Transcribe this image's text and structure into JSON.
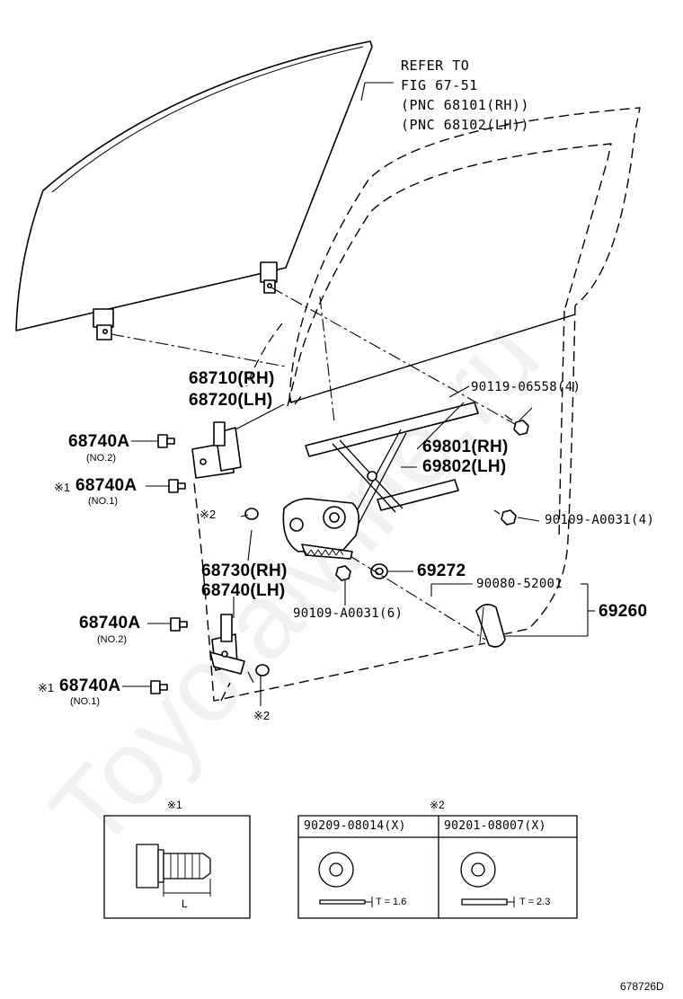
{
  "refer_note": {
    "line1": "REFER TO",
    "line2": "FIG 67-51",
    "line3": "(PNC 68101(RH))",
    "line4": "(PNC 68102(LH))"
  },
  "parts": {
    "hinge_upper": {
      "rh": "68710(RH)",
      "lh": "68720(LH)"
    },
    "hinge_lower": {
      "rh": "68730(RH)",
      "lh": "68740(LH)"
    },
    "regulator": {
      "rh": "69801(RH)",
      "lh": "69802(LH)"
    },
    "bolt_upper": "90119-06558(4)",
    "bolt_regulator": "90109-A0031(4)",
    "bolt_motor": "90109-A0031(6)",
    "washer": "69272",
    "clip": "90080-52001",
    "handle": "69260",
    "bolt_68740a_1": {
      "num": "68740A",
      "sub": "(NO.2)"
    },
    "bolt_68740a_2": {
      "prefix": "※1",
      "num": "68740A",
      "sub": "(NO.1)"
    },
    "bolt_68740a_3": {
      "num": "68740A",
      "sub": "(NO.2)"
    },
    "bolt_68740a_4": {
      "prefix": "※1",
      "num": "68740A",
      "sub": "(NO.1)"
    },
    "note2_upper": "※2",
    "note2_lower": "※2"
  },
  "legend": {
    "note1_title": "※1",
    "note1_dim": "L",
    "note2_title": "※2",
    "col1_part": "90209-08014(X)",
    "col2_part": "90201-08007(X)",
    "col1_t": "T = 1.6",
    "col2_t": "T = 2.3"
  },
  "figure_code": "678726D",
  "watermark": "ToyotaMine.ru"
}
